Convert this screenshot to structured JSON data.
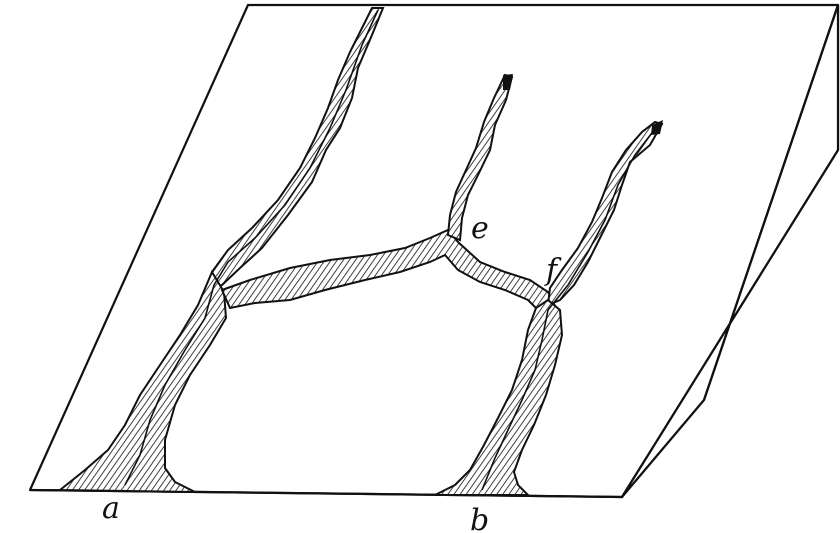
{
  "figure": {
    "labels": {
      "a": "a",
      "b": "b",
      "e": "e",
      "f": "f"
    },
    "colors": {
      "ink": "#111111",
      "paper": "#ffffff"
    }
  }
}
